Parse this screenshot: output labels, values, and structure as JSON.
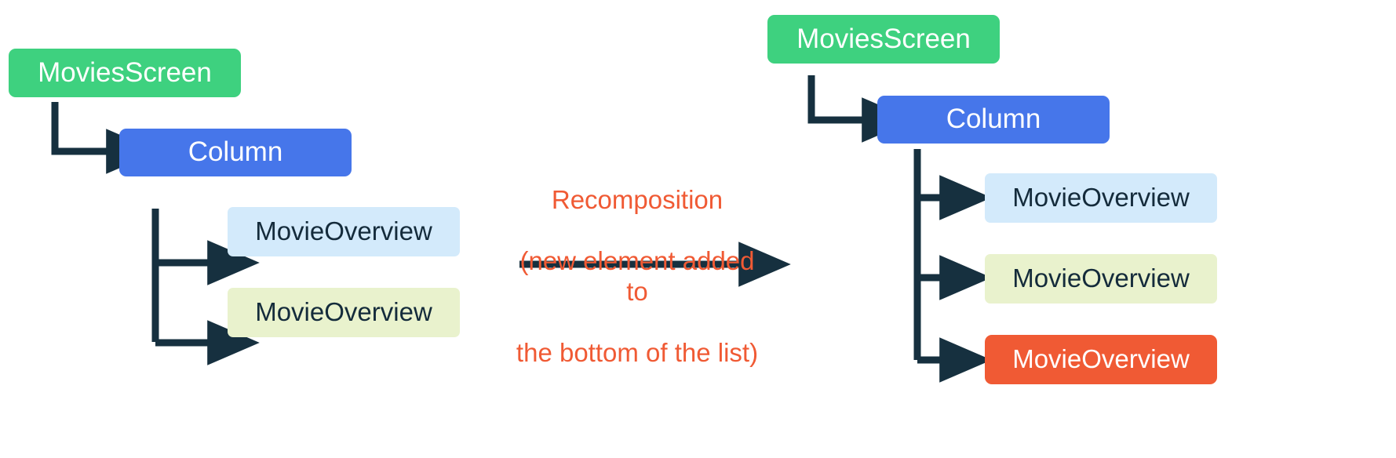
{
  "diagram": {
    "title_text": "Recomposition (new element added to the bottom of the list)",
    "background": "#ffffff",
    "connector_color": "#16303f",
    "colors": {
      "green": "#3ed17f",
      "blue": "#4676ea",
      "light_blue": "#d3eafb",
      "yellow": "#e9f2cd",
      "orange": "#f05a34",
      "dark_text": "#142b3b",
      "white_text": "#ffffff"
    }
  },
  "left_tree": {
    "root": {
      "label": "MoviesScreen",
      "color": "green"
    },
    "column": {
      "label": "Column",
      "color": "blue"
    },
    "children": [
      {
        "label": "MovieOverview",
        "color": "light_blue"
      },
      {
        "label": "MovieOverview",
        "color": "yellow"
      }
    ]
  },
  "transition": {
    "line1": "Recomposition",
    "line2": "(new element added to",
    "line3": "the bottom of the list)",
    "arrow_direction": "right"
  },
  "right_tree": {
    "root": {
      "label": "MoviesScreen",
      "color": "green"
    },
    "column": {
      "label": "Column",
      "color": "blue"
    },
    "children": [
      {
        "label": "MovieOverview",
        "color": "light_blue"
      },
      {
        "label": "MovieOverview",
        "color": "yellow"
      },
      {
        "label": "MovieOverview",
        "color": "orange"
      }
    ]
  }
}
